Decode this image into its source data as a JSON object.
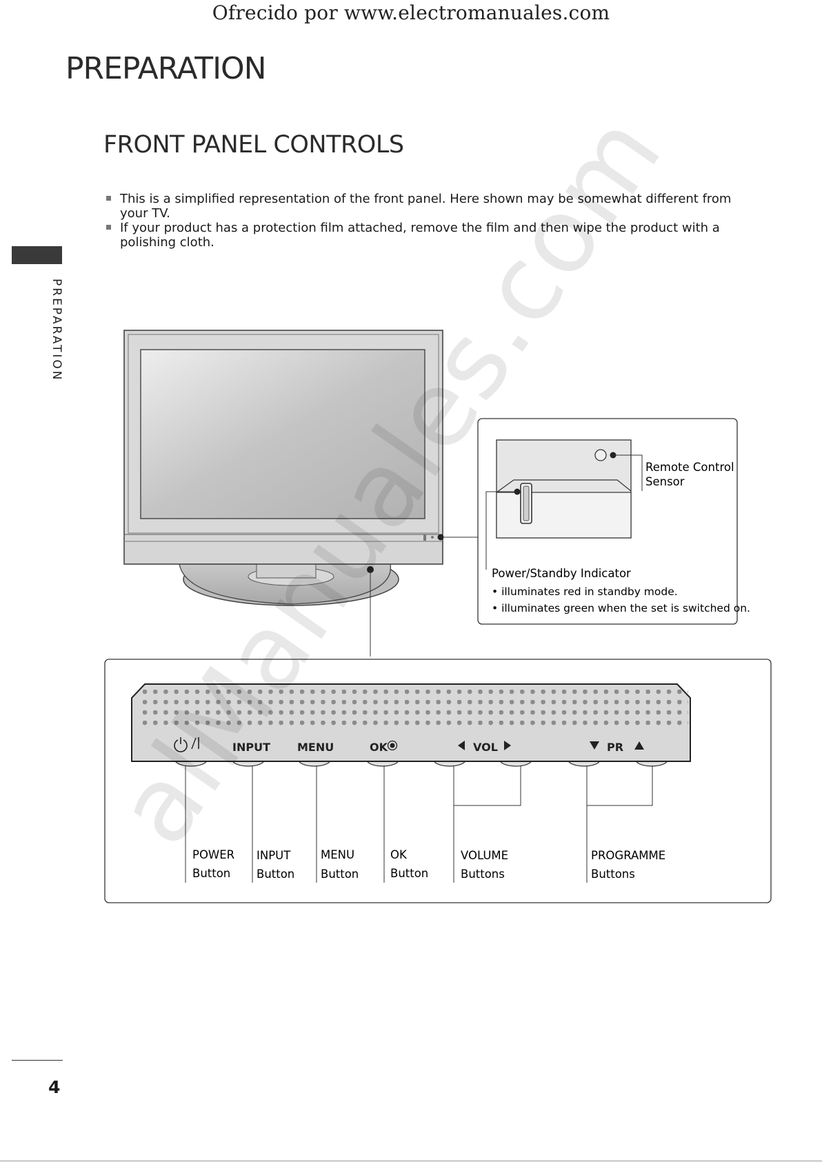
{
  "banner": "Ofrecido por www.electromanuales.com",
  "section_title": "PREPARATION",
  "side_label": "PREPARATION",
  "heading": "FRONT PANEL CONTROLS",
  "notes": [
    "This is a simplified representation of the front panel. Here shown may be somewhat different from your TV.",
    "If your product has a protection film attached, remove the film and then wipe the product with a polishing cloth."
  ],
  "detail": {
    "sensor_label_1": "Remote Control",
    "sensor_label_2": "Sensor",
    "indicator_title": "Power/Standby Indicator",
    "indicator_red": "• illuminates red in standby mode.",
    "indicator_green": "• illuminates green when the set is switched on."
  },
  "panel": {
    "input": "INPUT",
    "menu": "MENU",
    "ok": "OK",
    "vol": "VOL",
    "pr": "PR"
  },
  "callouts": {
    "power_1": "POWER",
    "power_2": "Button",
    "input_1": "INPUT",
    "input_2": "Button",
    "menu_1": "MENU",
    "menu_2": "Button",
    "ok_1": "OK",
    "ok_2": "Button",
    "volume_1": "VOLUME",
    "volume_2": "Buttons",
    "programme_1": "PROGRAMME",
    "programme_2": "Buttons"
  },
  "watermark": "alManuales.com",
  "page_number": "4"
}
